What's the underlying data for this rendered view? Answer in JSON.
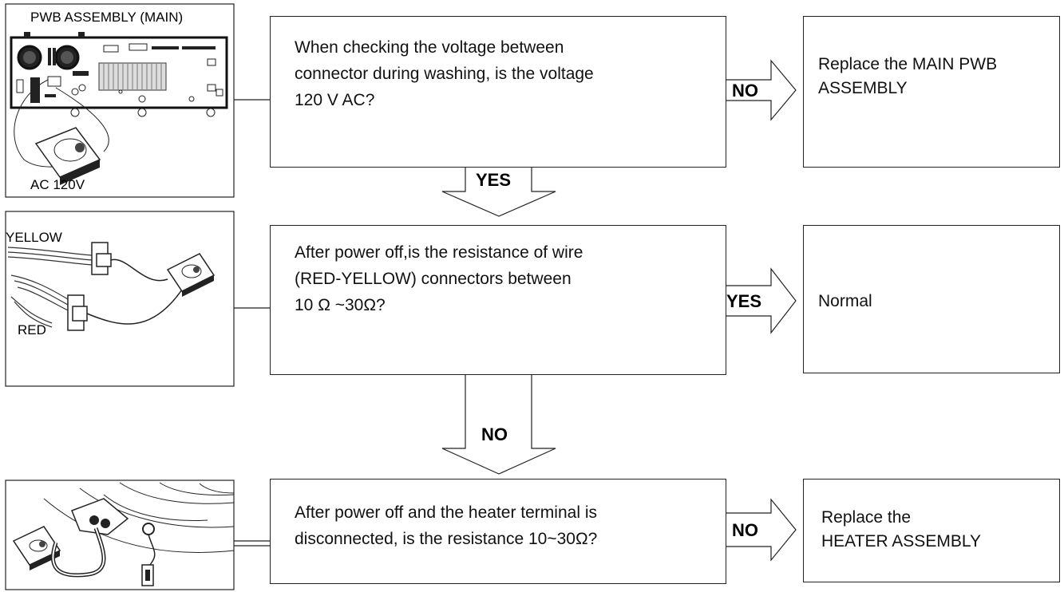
{
  "diagram": {
    "step1": {
      "question": "When checking the voltage between\nconnector during  washing, is the voltage\n120 V AC?",
      "no_label": "NO",
      "no_result": "Replace the MAIN PWB\nASSEMBLY",
      "yes_label": "YES",
      "illustration": {
        "title": "PWB ASSEMBLY (MAIN)",
        "caption": "AC 120V"
      }
    },
    "step2": {
      "question": "After power off,is the resistance of wire\n(RED-YELLOW) connectors between\n10 Ω ~30Ω?",
      "yes_label": "YES",
      "yes_result": "Normal",
      "no_label": "NO",
      "illustration": {
        "label_top": "YELLOW",
        "label_bottom": "RED"
      }
    },
    "step3": {
      "question": "After power off and the heater terminal is\ndisconnected, is the resistance 10~30Ω?",
      "no_label": "NO",
      "no_result": "Replace the\nHEATER ASSEMBLY"
    }
  }
}
